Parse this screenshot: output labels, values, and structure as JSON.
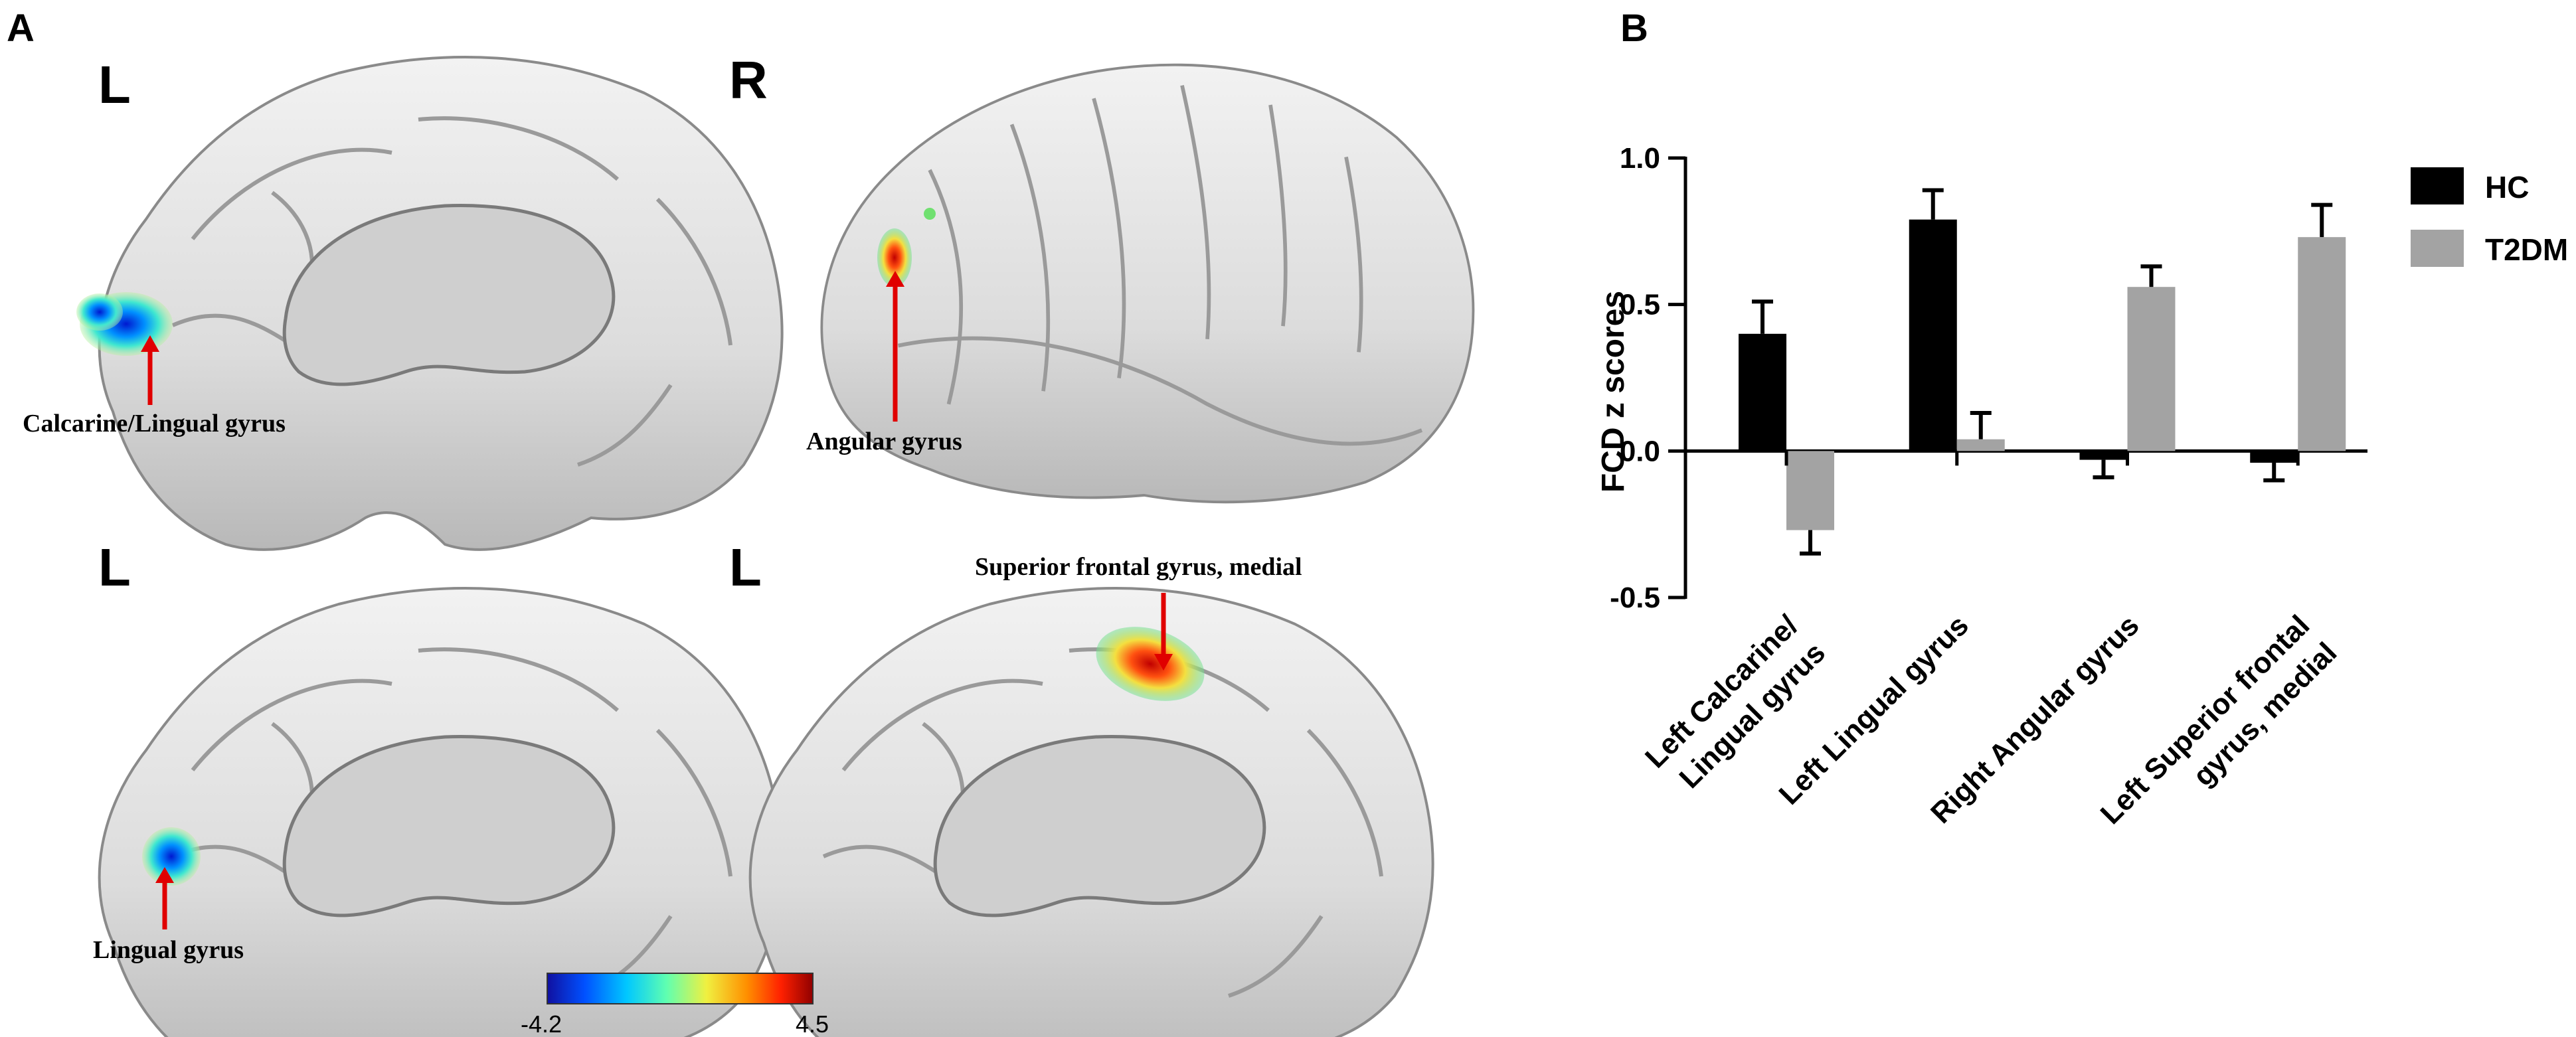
{
  "panel_a": {
    "letter": "A",
    "brains": [
      {
        "hemisphere": "L",
        "annotation": "Calcarine/Lingual gyrus",
        "blob": "blue"
      },
      {
        "hemisphere": "R",
        "annotation": "Angular gyrus",
        "blob": "red"
      },
      {
        "hemisphere": "L",
        "annotation": "Lingual gyrus",
        "blob": "blue"
      },
      {
        "hemisphere": "L",
        "annotation": "Superior frontal gyrus, medial",
        "blob": "red"
      }
    ],
    "colorbar": {
      "min_label": "-4.2",
      "max_label": "4.5",
      "colors": [
        "#1010a0",
        "#0050ff",
        "#00c8ff",
        "#60ffb0",
        "#f0f040",
        "#ff9000",
        "#ff2000",
        "#900000"
      ]
    }
  },
  "panel_b": {
    "letter": "B",
    "legend": [
      "HC",
      "T2DM"
    ],
    "colors": {
      "HC": "#000000",
      "T2DM": "#a3a3a3"
    }
  },
  "chart_data": {
    "type": "bar",
    "categories": [
      "Left Calcarine/\nLingual gyrus",
      "Left Lingual gyrus",
      "Right Angular gyrus",
      "Left Superior frontal\ngyrus, medial"
    ],
    "series": [
      {
        "name": "HC",
        "values": [
          0.4,
          0.79,
          -0.03,
          -0.04
        ],
        "errors": [
          0.11,
          0.1,
          0.06,
          0.06
        ]
      },
      {
        "name": "T2DM",
        "values": [
          -0.27,
          0.04,
          0.56,
          0.73
        ],
        "errors": [
          0.08,
          0.09,
          0.07,
          0.11
        ]
      }
    ],
    "ylabel": "FCD z scores",
    "xlabel": "",
    "ylim": [
      -0.5,
      1.0
    ],
    "yticks": [
      "1.0",
      "0.5",
      "0.0",
      "-0.5"
    ],
    "grid": false,
    "legend_position": "top-right"
  }
}
